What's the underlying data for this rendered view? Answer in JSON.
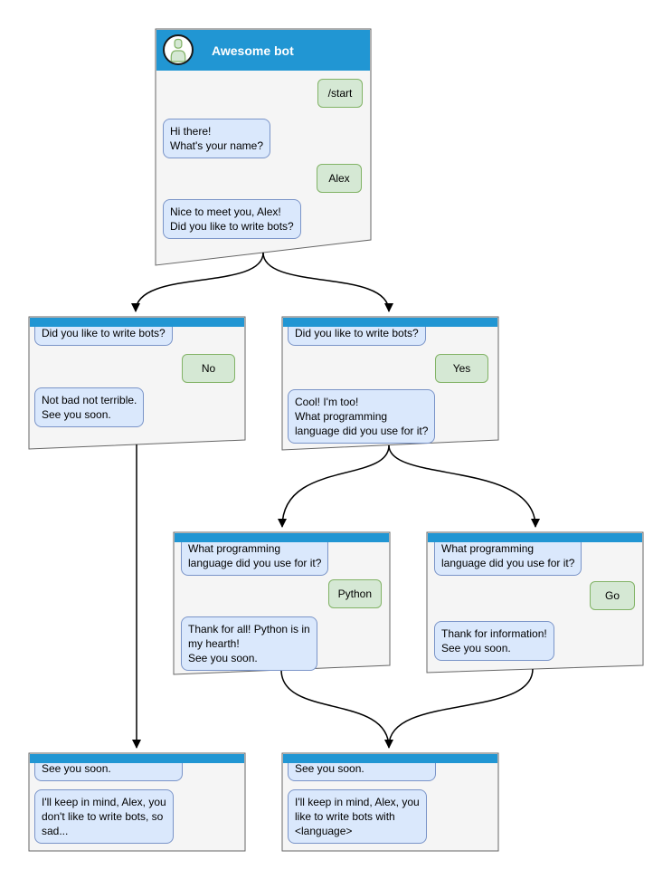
{
  "colors": {
    "header_blue": "#2196d3",
    "window_bg": "#f5f5f5",
    "window_border": "#666666",
    "bot_bubble_bg": "#dae8fc",
    "bot_bubble_border": "#7a94c8",
    "user_bubble_bg": "#d5e8d4",
    "user_bubble_border": "#82b366",
    "connector": "#000000"
  },
  "windows": {
    "root": {
      "title": "Awesome bot",
      "avatar_icon": "person-icon",
      "messages": [
        {
          "from": "user",
          "text": "/start"
        },
        {
          "from": "bot",
          "text": "Hi there!\nWhat's your name?"
        },
        {
          "from": "user",
          "text": "Alex"
        },
        {
          "from": "bot",
          "text": "Nice to meet you, Alex!\nDid you like to write bots?"
        }
      ]
    },
    "branch_no": {
      "messages": [
        {
          "from": "bot",
          "text": "Did you like to write bots?"
        },
        {
          "from": "user",
          "text": "No"
        },
        {
          "from": "bot",
          "text": "Not bad not terrible.\nSee you soon."
        }
      ]
    },
    "branch_yes": {
      "messages": [
        {
          "from": "bot",
          "text": "Did you like to write bots?"
        },
        {
          "from": "user",
          "text": "Yes"
        },
        {
          "from": "bot",
          "text": "Cool! I'm too!\nWhat programming\nlanguage did you use for it?"
        }
      ]
    },
    "branch_python": {
      "messages": [
        {
          "from": "bot",
          "text": "What programming\nlanguage did you use for it?"
        },
        {
          "from": "user",
          "text": "Python"
        },
        {
          "from": "bot",
          "text": "Thank for all! Python is in\nmy hearth!\nSee you soon."
        }
      ]
    },
    "branch_go": {
      "messages": [
        {
          "from": "bot",
          "text": "What programming\nlanguage did you use for it?"
        },
        {
          "from": "user",
          "text": "Go"
        },
        {
          "from": "bot",
          "text": "Thank for information!\nSee you soon."
        }
      ]
    },
    "end_no": {
      "messages": [
        {
          "from": "bot",
          "text": "See you soon."
        },
        {
          "from": "bot",
          "text": "I'll keep in mind, Alex, you\ndon't like to write bots, so\nsad..."
        }
      ]
    },
    "end_yes": {
      "messages": [
        {
          "from": "bot",
          "text": "See you soon."
        },
        {
          "from": "bot",
          "text": "I'll keep in mind, Alex, you\nlike to write bots with\n<language>"
        }
      ]
    }
  }
}
